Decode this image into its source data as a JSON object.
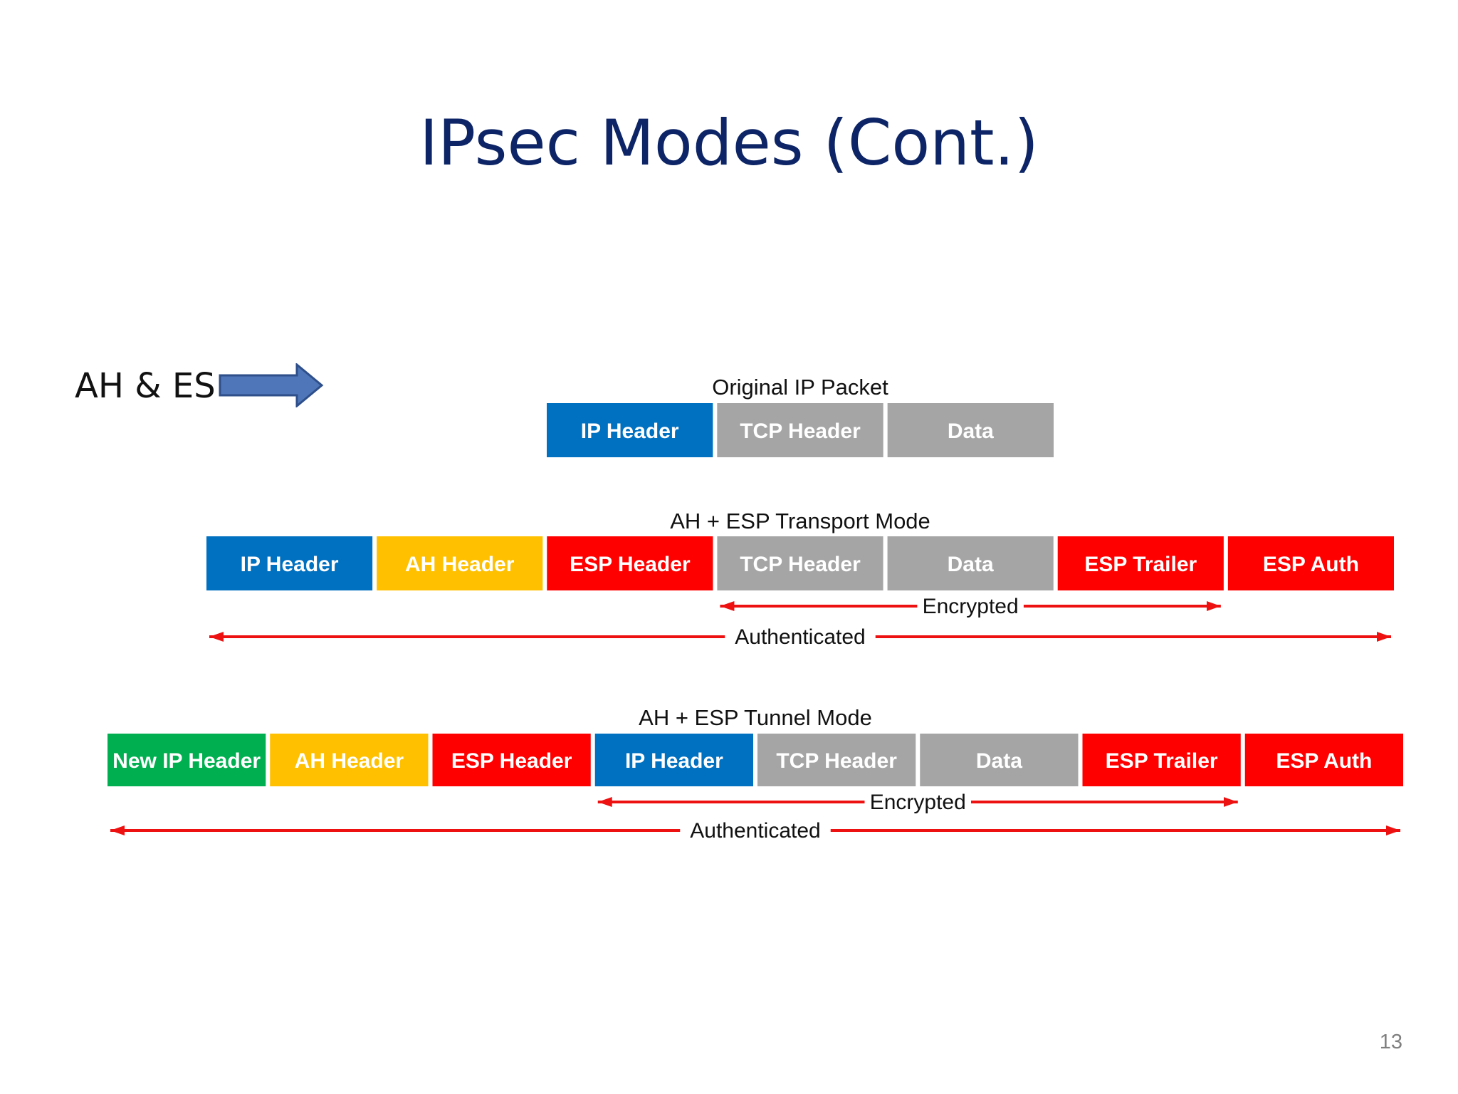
{
  "title": "IPsec Modes (Cont.)",
  "side_label": "AH & ES",
  "page_number": "13",
  "colors": {
    "title": "#0d2566",
    "blue": "#0070c0",
    "yellow": "#ffc000",
    "red": "#ff0000",
    "grey": "#a5a5a5",
    "green": "#00b050",
    "arrow": "#ee1111",
    "side_arrow_fill": "#4f76b8",
    "side_arrow_stroke": "#2e4f8a"
  },
  "side_arrow_icon": "right-block-arrow-icon",
  "rows": [
    {
      "id": "original",
      "caption": "Original IP Packet",
      "segments": [
        {
          "label": "IP Header",
          "color": "blue"
        },
        {
          "label": "TCP Header",
          "color": "grey"
        },
        {
          "label": "Data",
          "color": "grey"
        }
      ],
      "spans": []
    },
    {
      "id": "transport",
      "caption": "AH + ESP Transport Mode",
      "segments": [
        {
          "label": "IP Header",
          "color": "blue"
        },
        {
          "label": "AH Header",
          "color": "yellow"
        },
        {
          "label": "ESP Header",
          "color": "red"
        },
        {
          "label": "TCP Header",
          "color": "grey"
        },
        {
          "label": "Data",
          "color": "grey"
        },
        {
          "label": "ESP Trailer",
          "color": "red"
        },
        {
          "label": "ESP Auth",
          "color": "red"
        }
      ],
      "spans": [
        {
          "label": "Encrypted"
        },
        {
          "label": "Authenticated"
        }
      ]
    },
    {
      "id": "tunnel",
      "caption": "AH + ESP Tunnel Mode",
      "segments": [
        {
          "label": "New IP Header",
          "color": "green"
        },
        {
          "label": "AH Header",
          "color": "yellow"
        },
        {
          "label": "ESP Header",
          "color": "red"
        },
        {
          "label": "IP Header",
          "color": "blue"
        },
        {
          "label": "TCP Header",
          "color": "grey"
        },
        {
          "label": "Data",
          "color": "grey"
        },
        {
          "label": "ESP Trailer",
          "color": "red"
        },
        {
          "label": "ESP Auth",
          "color": "red"
        }
      ],
      "spans": [
        {
          "label": "Encrypted"
        },
        {
          "label": "Authenticated"
        }
      ]
    }
  ]
}
